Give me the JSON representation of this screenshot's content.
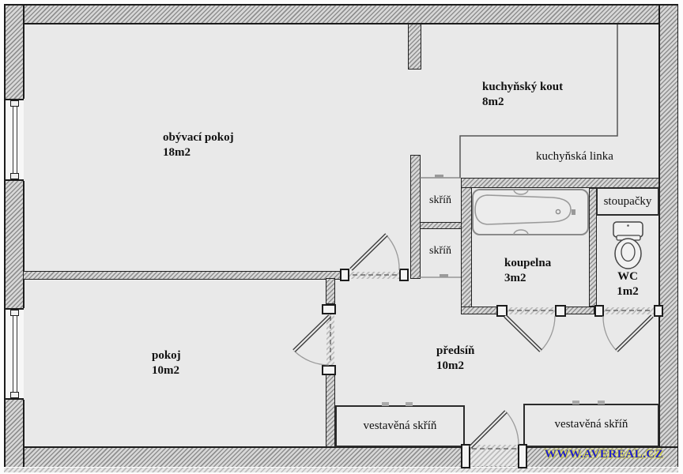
{
  "plan": {
    "rooms": {
      "living": {
        "name": "obývací pokoj",
        "area": "18m2"
      },
      "kitchen": {
        "name": "kuchyňský kout",
        "area": "8m2"
      },
      "bedroom": {
        "name": "pokoj",
        "area": "10m2"
      },
      "hallway": {
        "name": "předsíň",
        "area": "10m2"
      },
      "bathroom": {
        "name": "koupelna",
        "area": "3m2"
      },
      "wc": {
        "name": "WC",
        "area": "1m2"
      }
    },
    "labels": {
      "kitchen_unit": "kuchyňská linka",
      "closet_upper": "skříň",
      "closet_lower": "skříň",
      "risers": "stoupačky",
      "built_in_closet_left": "vestavěná skříň",
      "built_in_closet_right": "vestavěná skříň"
    },
    "watermark": {
      "text": "WWW.AVEREAL.CZ",
      "color": "#2222cc",
      "glow": "#d9d94a"
    },
    "colors": {
      "floor": "#e9e9e9",
      "wall_hatch_base": "#d8d8d8",
      "wall_hatch_line": "#8f8f8f",
      "outline": "#1c1c1c"
    }
  }
}
